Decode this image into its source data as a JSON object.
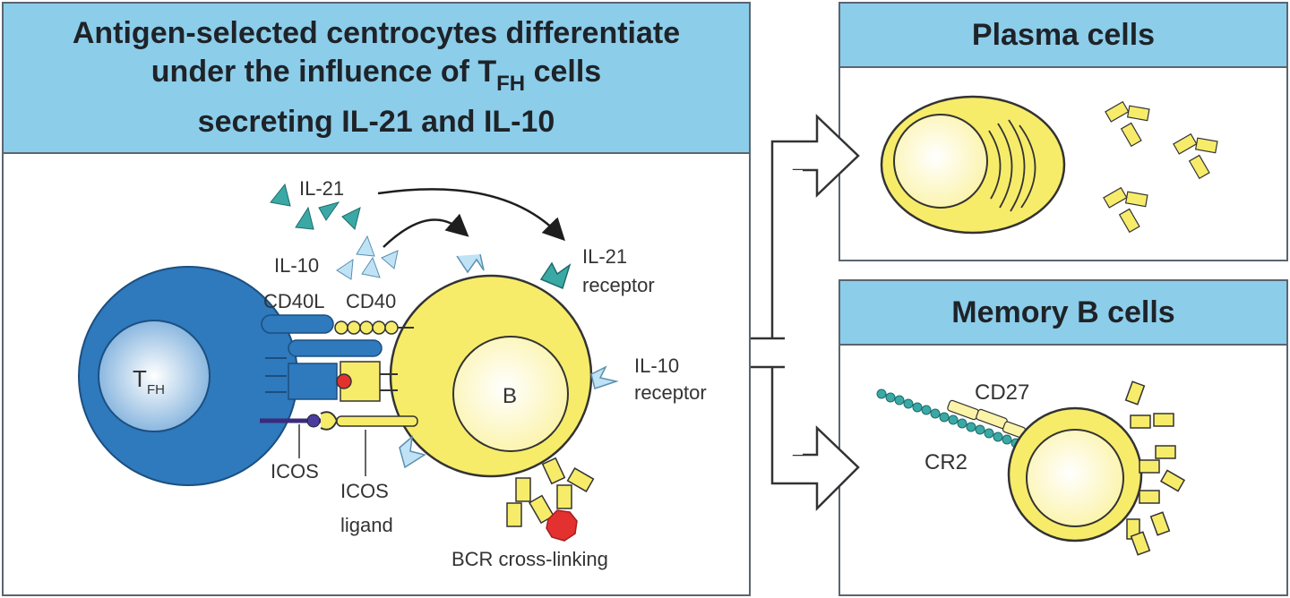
{
  "main": {
    "title_line1": "Antigen-selected centrocytes differentiate",
    "title_line2_pre": "under the influence of T",
    "title_line2_sub": "FH",
    "title_line2_post": " cells",
    "title_line3": "secreting IL-21 and IL-10",
    "labels": {
      "il21": "IL-21",
      "il10": "IL-10",
      "cd40l": "CD40L",
      "cd40": "CD40",
      "il21_receptor_1": "IL-21",
      "il21_receptor_2": "receptor",
      "il10_receptor_1": "IL-10",
      "il10_receptor_2": "receptor",
      "tfh_main": "T",
      "tfh_sub": "FH",
      "b": "B",
      "icos": "ICOS",
      "icos_ligand_1": "ICOS",
      "icos_ligand_2": "ligand",
      "bcr": "BCR cross-linking"
    }
  },
  "plasma": {
    "title": "Plasma cells"
  },
  "memory": {
    "title": "Memory B cells",
    "cd27": "CD27",
    "cr2": "CR2"
  },
  "colors": {
    "header_bg": "#8ccdea",
    "tfh_blue": "#2f79bd",
    "b_cell_yellow": "#f7ec6a",
    "il21_teal": "#3aa9a6",
    "il10_lightblue": "#bfe3f5",
    "antigen_red": "#e3312f"
  }
}
